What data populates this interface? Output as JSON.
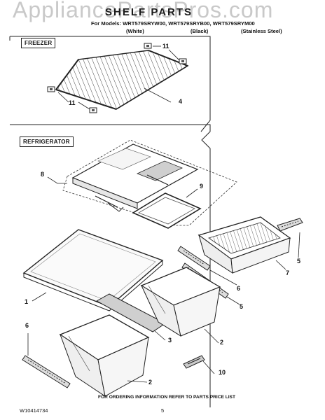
{
  "watermark": "AppliancePartsPros.com",
  "header": {
    "title": "SHELF PARTS",
    "models_line": "For Models: WRT579SRYW00, WRT579SRYB00, WRT579SRYM00",
    "finish_white": "(White)",
    "finish_black": "(Black)",
    "finish_stainless": "(Stainless Steel)"
  },
  "sections": {
    "freezer": "FREEZER",
    "refrigerator": "REFRIGERATOR"
  },
  "callouts": {
    "f_shelf": "4",
    "f_clip_top": "11",
    "f_clip_bottom": "11",
    "r_cover_frame": "8",
    "r_insert": "9",
    "r_glass": "1",
    "r_cover_plate": "3",
    "r_crisper_lower": "2",
    "r_crisper_upper": "2",
    "r_slide_left": "6",
    "r_slide_mid": "6",
    "r_pan": "7",
    "r_bracket_top": "5",
    "r_bracket_mid": "5",
    "r_control": "10"
  },
  "footer": {
    "doc_number": "W10414734",
    "page": "5",
    "note": "FOR ORDERING INFORMATION REFER TO PARTS PRICE LIST"
  }
}
